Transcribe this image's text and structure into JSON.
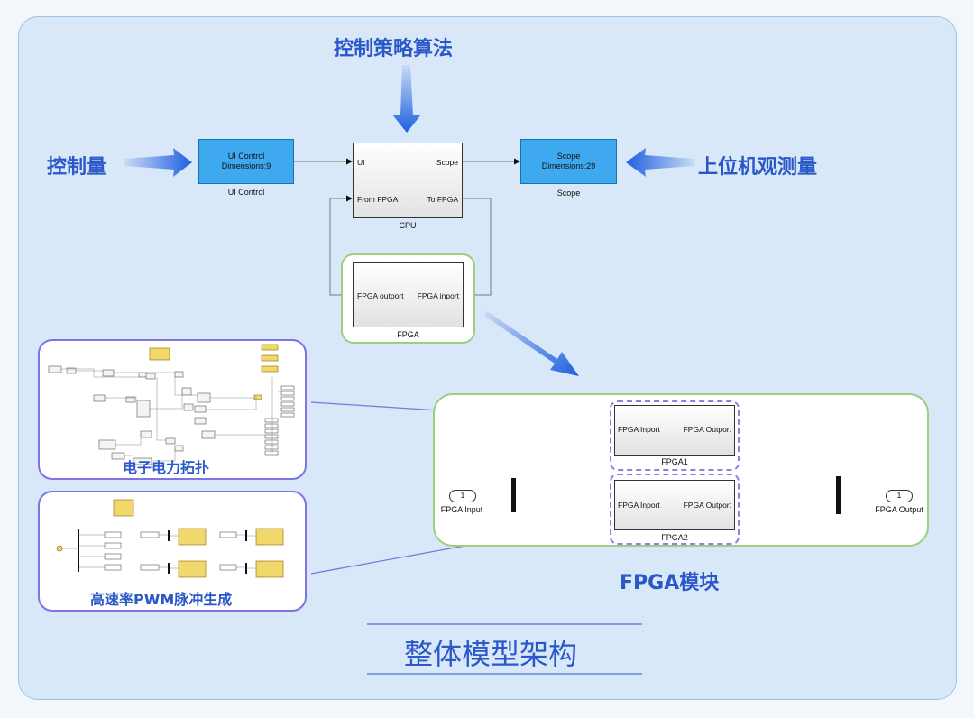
{
  "labels": {
    "control_strategy": "控制策略算法",
    "control_quantity": "控制量",
    "host_observation": "上位机观测量",
    "power_topology": "电子电力拓扑",
    "pwm_generation": "高速率PWM脉冲生成",
    "fpga_module": "FPGA模块",
    "overall_architecture": "整体模型架构"
  },
  "blocks": {
    "ui_control": {
      "line1": "UI Control",
      "line2": "Dimensions:9",
      "caption": "UI Control"
    },
    "scope": {
      "line1": "Scope",
      "line2": "Dimensions:29",
      "caption": "Scope"
    },
    "cpu": {
      "caption": "CPU",
      "port_ui": "UI",
      "port_scope": "Scope",
      "port_from_fpga": "From FPGA",
      "port_to_fpga": "To FPGA"
    },
    "fpga": {
      "caption": "FPGA",
      "port_outport": "FPGA outport",
      "port_inport": "FPGA inport"
    },
    "fpga1": {
      "caption": "FPGA1",
      "port_in": "FPGA Inport",
      "port_out": "FPGA Outport"
    },
    "fpga2": {
      "caption": "FPGA2",
      "port_in": "FPGA Inport",
      "port_out": "FPGA Outport"
    },
    "fpga_input": {
      "num": "1",
      "caption": "FPGA Input"
    },
    "fpga_output": {
      "num": "1",
      "caption": "FPGA Output"
    }
  },
  "colors": {
    "accent": "#2a58c8",
    "block_blue": "#3fa9f0",
    "green_border": "#9ad07e",
    "purple_border": "#7d74e0",
    "panel": "#d9e8f8"
  }
}
